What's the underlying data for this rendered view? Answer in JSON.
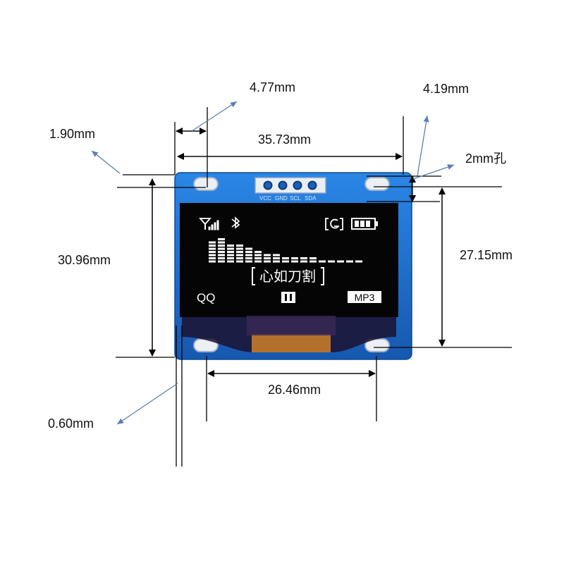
{
  "dimensions": {
    "hole_offset_x": "4.77mm",
    "hole_offset_y": "4.19mm",
    "edge_offset": "1.90mm",
    "hole_span_width": "35.73mm",
    "hole_size": "2mm孔",
    "board_height": "30.96mm",
    "hole_span_height": "27.15mm",
    "screen_width": "26.46mm",
    "thickness": "0.60mm"
  },
  "header": {
    "pins": [
      "VCC",
      "GND",
      "SCL",
      "SDA"
    ]
  },
  "oled": {
    "center_text": "心如刀割",
    "left_label": "QQ",
    "right_label": "MP3",
    "status_icons": [
      "signal-icon",
      "bluetooth-icon",
      "g-icon",
      "battery-icon"
    ],
    "equalizer_levels": [
      0.85,
      1.0,
      0.8,
      0.7,
      0.6,
      0.5,
      0.4,
      0.35,
      0.3,
      0.25,
      0.22,
      0.2,
      0.18,
      0.16,
      0.15,
      0.15,
      0.15
    ]
  },
  "colors": {
    "pcb_blue": "#1f6fd1",
    "screen_black": "#050505",
    "flex_cable": "#c57b2c",
    "arrow_blue": "#5b7fb3"
  }
}
